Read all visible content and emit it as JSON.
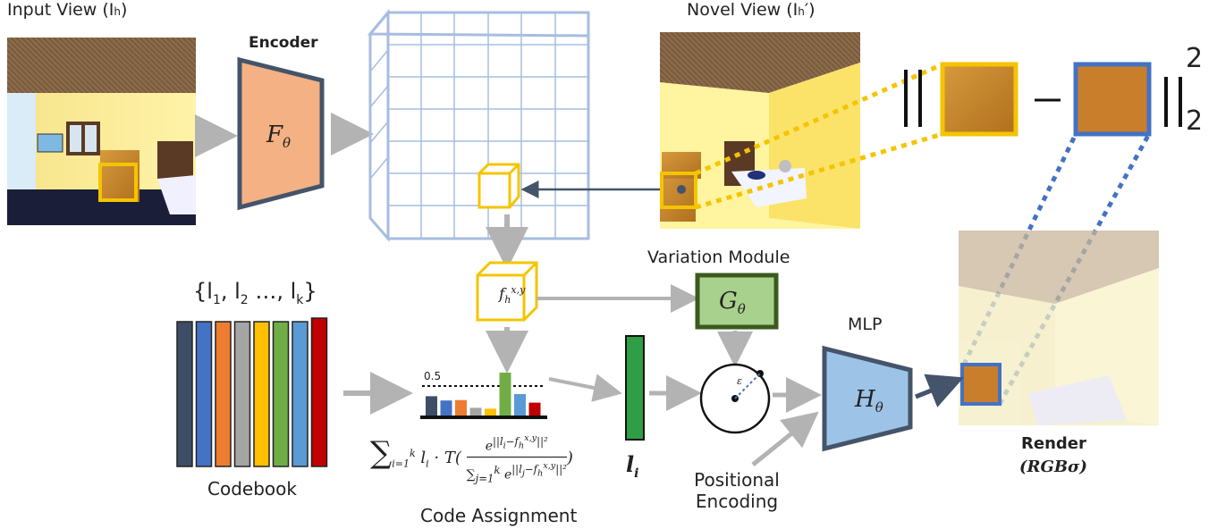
{
  "labels": {
    "input_view": "Input View (I",
    "input_view_sub": "h",
    "novel_view": "Novel View (I",
    "novel_view_sub": "h",
    "encoder": "Encoder",
    "encoder_symbol": "F",
    "encoder_sub": "θ",
    "codebook_set": "{l",
    "codebook": "Codebook",
    "code_assignment": "Code Assignment",
    "variation_module": "Variation Module",
    "variation_symbol": "G",
    "variation_sub": "θ",
    "mlp": "MLP",
    "mlp_symbol": "H",
    "mlp_sub": "θ",
    "positional_encoding_line1": "Positional",
    "positional_encoding_line2": "Encoding",
    "render": "Render",
    "render_sub": "(RGBσ)",
    "threshold": "0.5",
    "feature": "f",
    "code_vector": "l",
    "code_vector_sub": "i",
    "epsilon": "ε",
    "norm_sup": "2",
    "norm_sub": "2"
  },
  "colors": {
    "arrow_gray": "#b3b3b3",
    "grid_blue": "#a7bde0",
    "yellow": "#f5c400",
    "encoder_fill": "#f4b183",
    "variation_fill": "#a9d18e",
    "variation_border": "#3a5a1e",
    "mlp_fill": "#9dc3e6",
    "dark": "#44546a",
    "green_code": "#2f9e44",
    "dotted_blue": "#4472c4"
  },
  "codebook_colors": [
    "#3d4d66",
    "#4472c4",
    "#ed7d31",
    "#a5a5a5",
    "#ffc000",
    "#70ad47",
    "#5b9bd5",
    "#c00000"
  ],
  "histogram": [
    0.45,
    0.35,
    0.36,
    0.18,
    0.16,
    1.0,
    0.5,
    0.3
  ],
  "icons": [
    "feature-cube-icon",
    "circle-sample-icon"
  ]
}
